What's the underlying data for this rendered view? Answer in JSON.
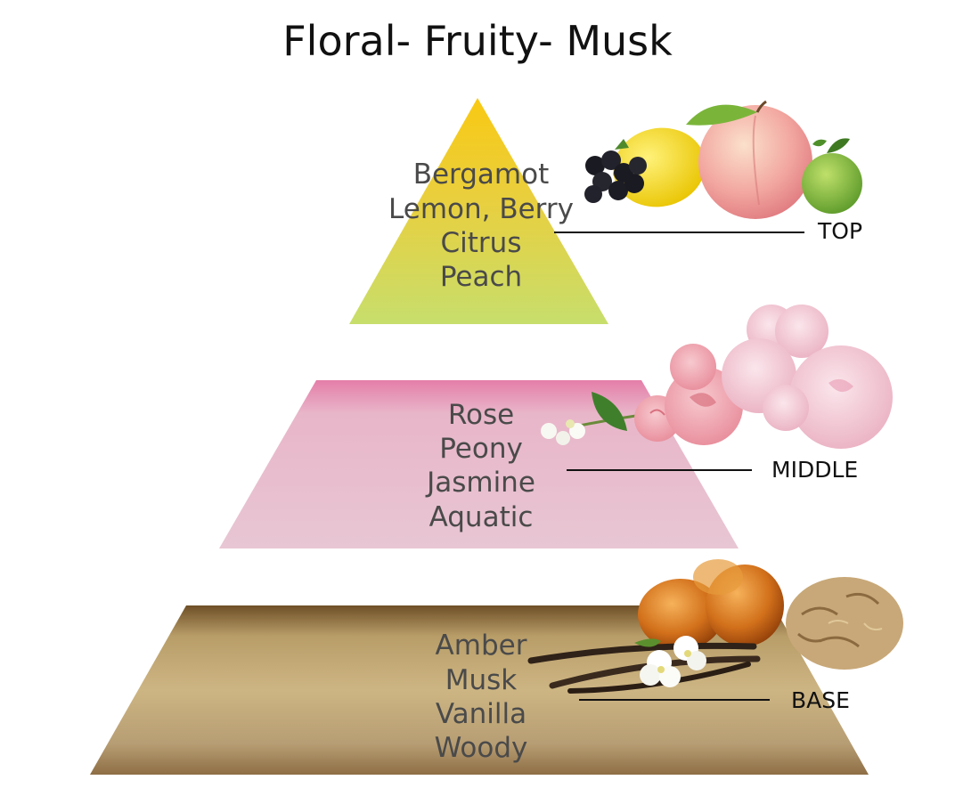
{
  "title": "Floral- Fruity- Musk",
  "tiers": [
    {
      "label": "TOP",
      "notes": [
        "Bergamot",
        "Lemon, Berry",
        "Citrus",
        "Peach"
      ],
      "colors": [
        "#f7c51a",
        "#c9dd62"
      ]
    },
    {
      "label": "MIDDLE",
      "notes": [
        "Rose",
        "Peony",
        "Jasmine",
        "Aquatic"
      ],
      "colors": [
        "#e07aa6",
        "#e8c5d2"
      ]
    },
    {
      "label": "BASE",
      "notes": [
        "Amber",
        "Musk",
        "Vanilla",
        "Woody"
      ],
      "colors": [
        "#7a5a2e",
        "#cbb07a",
        "#9a7a4e"
      ]
    }
  ],
  "illustrations": [
    "blackberry-icon",
    "lemon-icon",
    "peach-icon",
    "bergamot-icon",
    "jasmine-icon",
    "rose-icon",
    "peony-icon",
    "amber-icon",
    "vanilla-pod-icon",
    "wood-shavings-icon"
  ]
}
